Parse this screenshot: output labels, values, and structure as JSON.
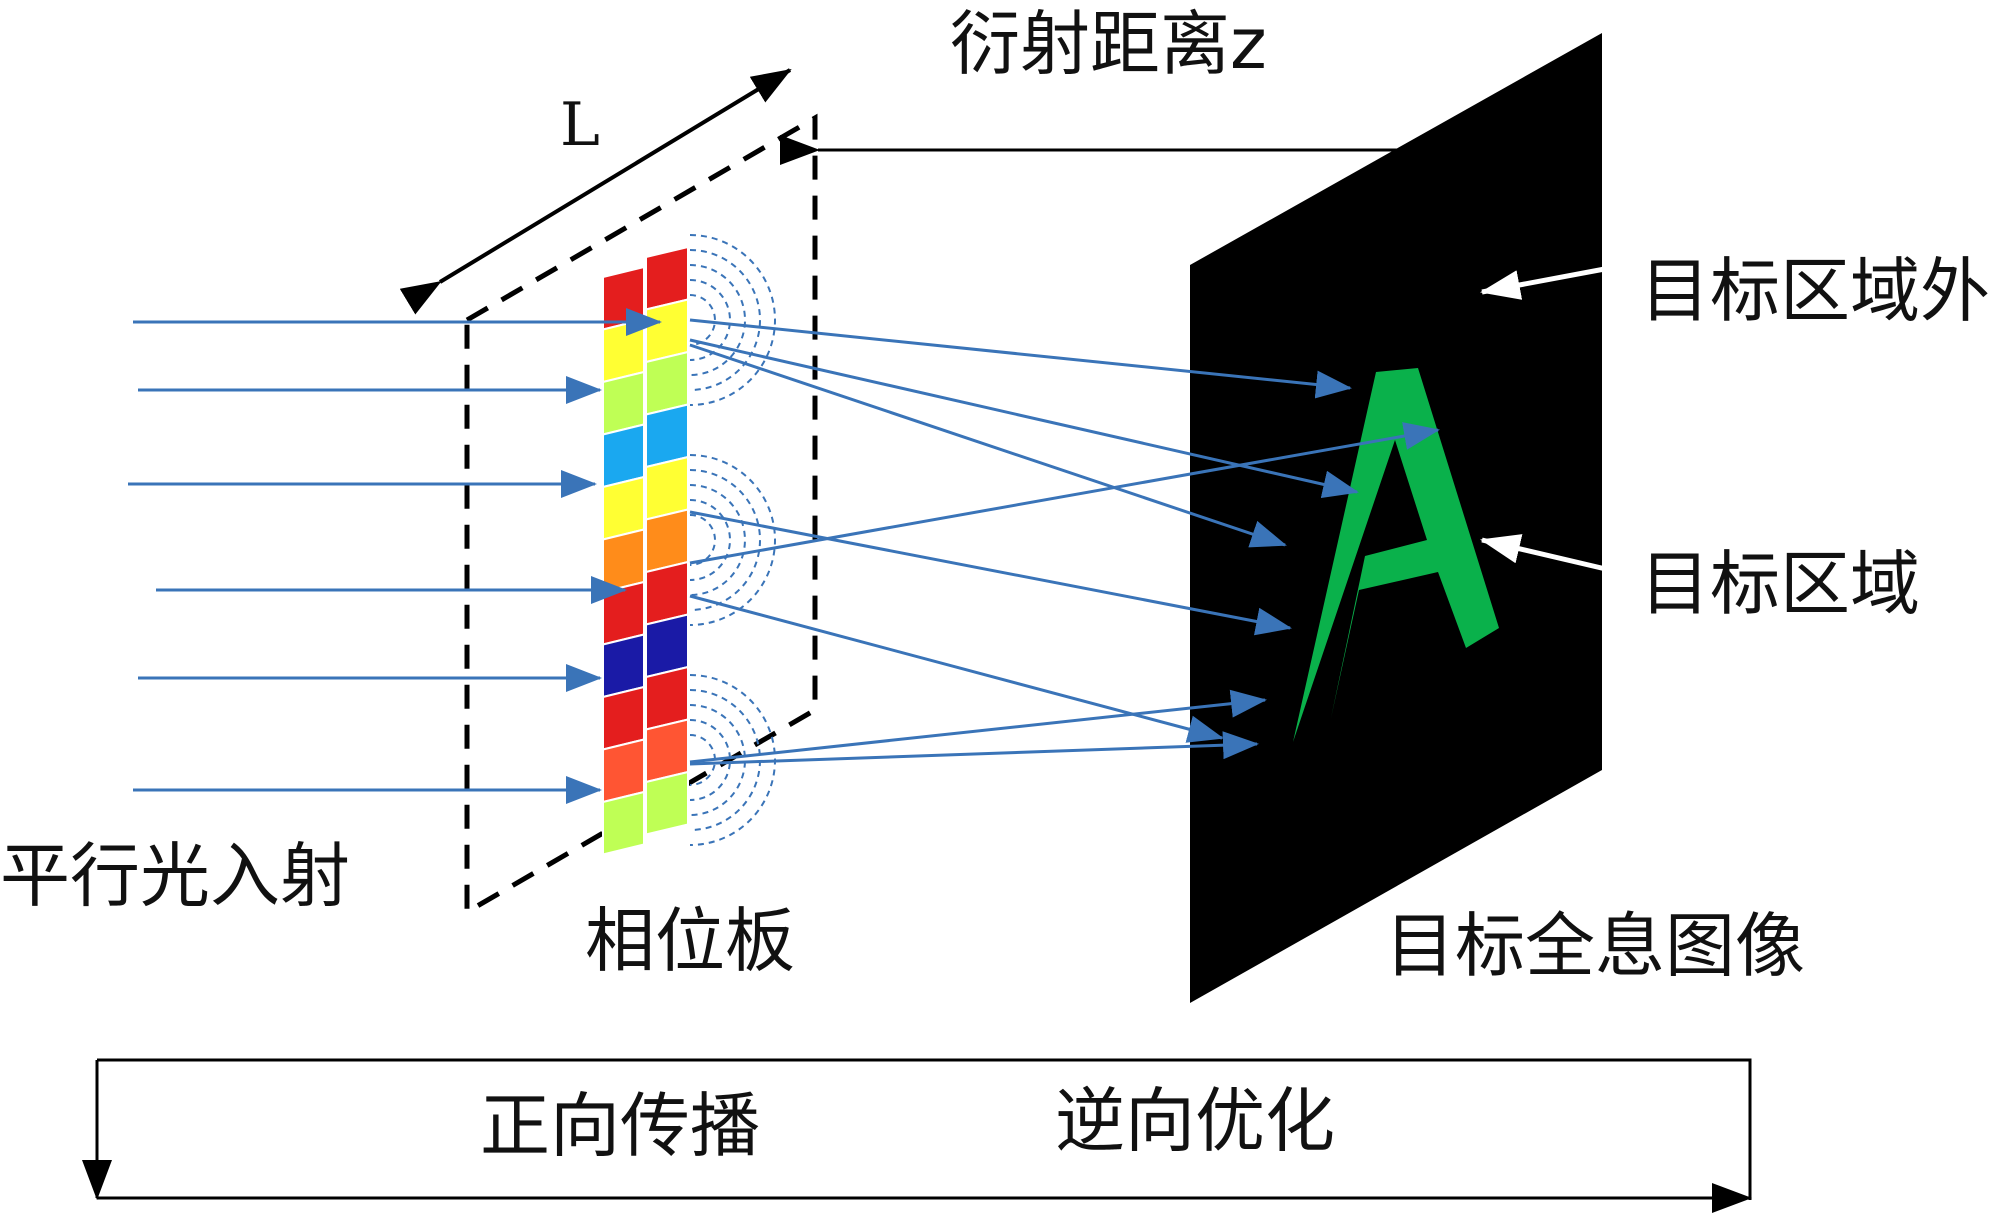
{
  "labels": {
    "diffraction_distance": "衍射距离z",
    "plate_length": "L",
    "outside_target": "目标区域外",
    "target_region": "目标区域",
    "parallel_light": "平行光入射",
    "phase_plate": "相位板",
    "target_hologram": "目标全息图像",
    "forward_propagation": "正向传播",
    "inverse_optimization": "逆向优化",
    "target_letter": "A"
  },
  "colors": {
    "ray": "#3a74b8",
    "screen": "#000000",
    "letter": "#0ab14b",
    "wave": "#3a74b8"
  },
  "phase_plate_cells": {
    "left": [
      "#e41e1e",
      "#ffff33",
      "#bfff55",
      "#1aa8f0",
      "#ffff33",
      "#ff8c1a",
      "#e41e1e",
      "#1a1aa6",
      "#e41e1e",
      "#ff5533",
      "#bfff55"
    ],
    "right": [
      "#e41e1e",
      "#ffff33",
      "#bfff55",
      "#1aa8f0",
      "#ffff33",
      "#ff8c1a",
      "#e41e1e",
      "#1a1aa6",
      "#e41e1e",
      "#ff5533",
      "#bfff55"
    ]
  }
}
